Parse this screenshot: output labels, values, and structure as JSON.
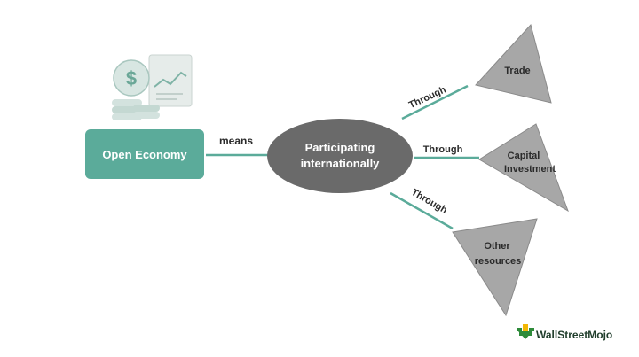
{
  "diagram": {
    "open_economy": "Open Economy",
    "means_label": "means",
    "center_line1": "Participating",
    "center_line2": "internationally",
    "branches": [
      {
        "through": "Through",
        "target_lines": [
          "Trade"
        ]
      },
      {
        "through": "Through",
        "target_lines": [
          "Capital",
          "Investment"
        ]
      },
      {
        "through": "Through",
        "target_lines": [
          "Other",
          "resources"
        ]
      }
    ]
  },
  "brand": {
    "name": "WallStreetMojo",
    "logo_icon": "wallstreetmojo-logo-icon"
  },
  "illustration": {
    "icon": "money-document-icon"
  },
  "colors": {
    "teal": "#5bab9a",
    "line": "#5bab9a",
    "ellipse": "#6a6a6a",
    "triangle": "#a7a7a7",
    "triangle_stroke": "#8a8a8a",
    "text_dark": "#2b2b2b",
    "brand_green": "#2e8b3a"
  }
}
